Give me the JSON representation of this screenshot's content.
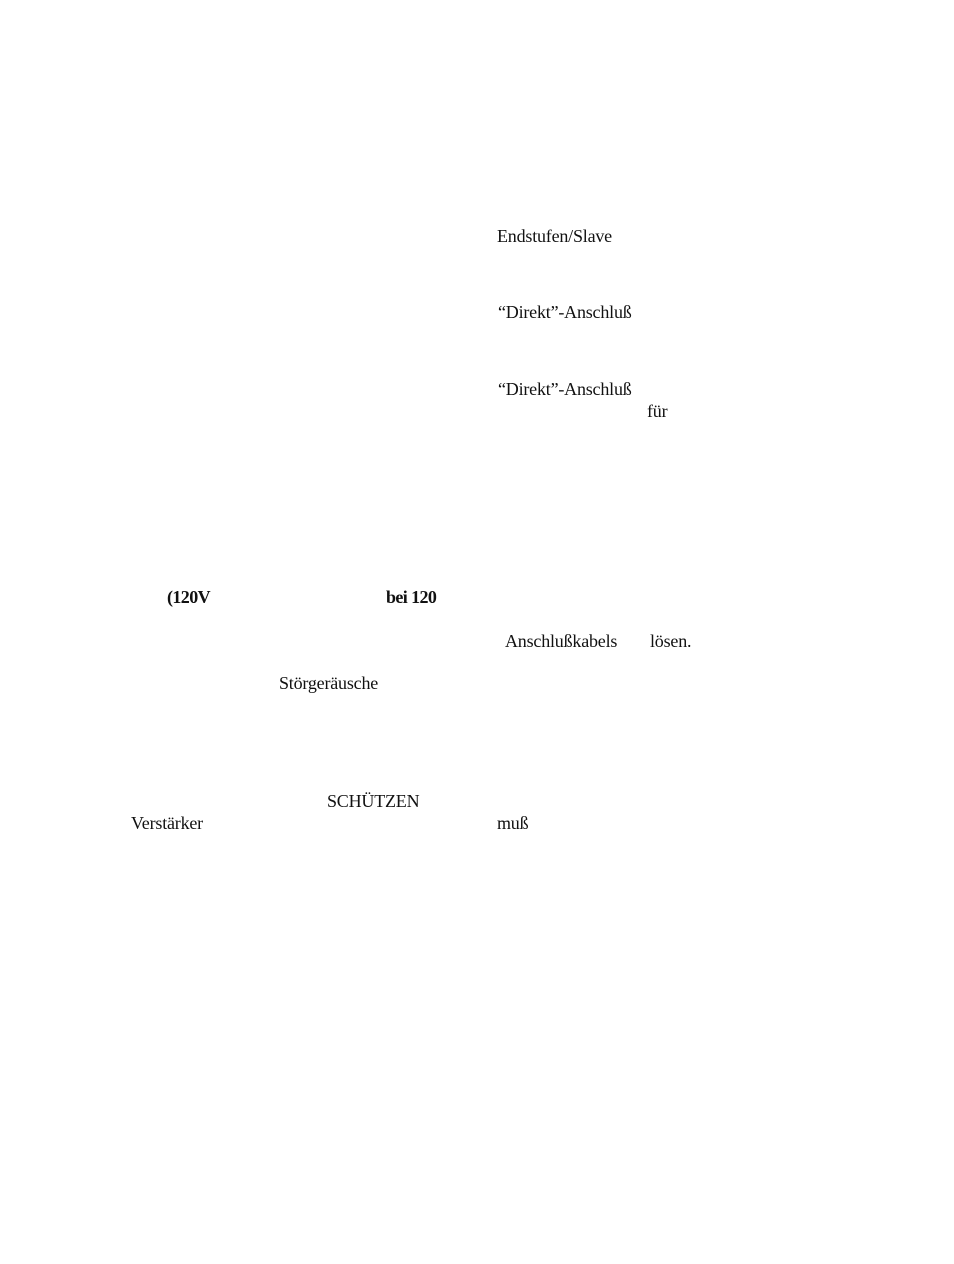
{
  "fragments": {
    "endstufen_slave": "Endstufen/Slave",
    "direkt_anschluss_1": "“Direkt”-Anschluß",
    "direkt_anschluss_2": "“Direkt”-Anschluß",
    "fuer": "für",
    "voltage_120v": "(120V",
    "bei_120": "bei 120",
    "anschlusskabels": "Anschlußkabels",
    "loesen": "lösen.",
    "stoergeraeusche": "Störgeräusche",
    "schuetzen": "SCHÜTZEN",
    "verstaerker": "Verstärker",
    "muss": "muß"
  }
}
